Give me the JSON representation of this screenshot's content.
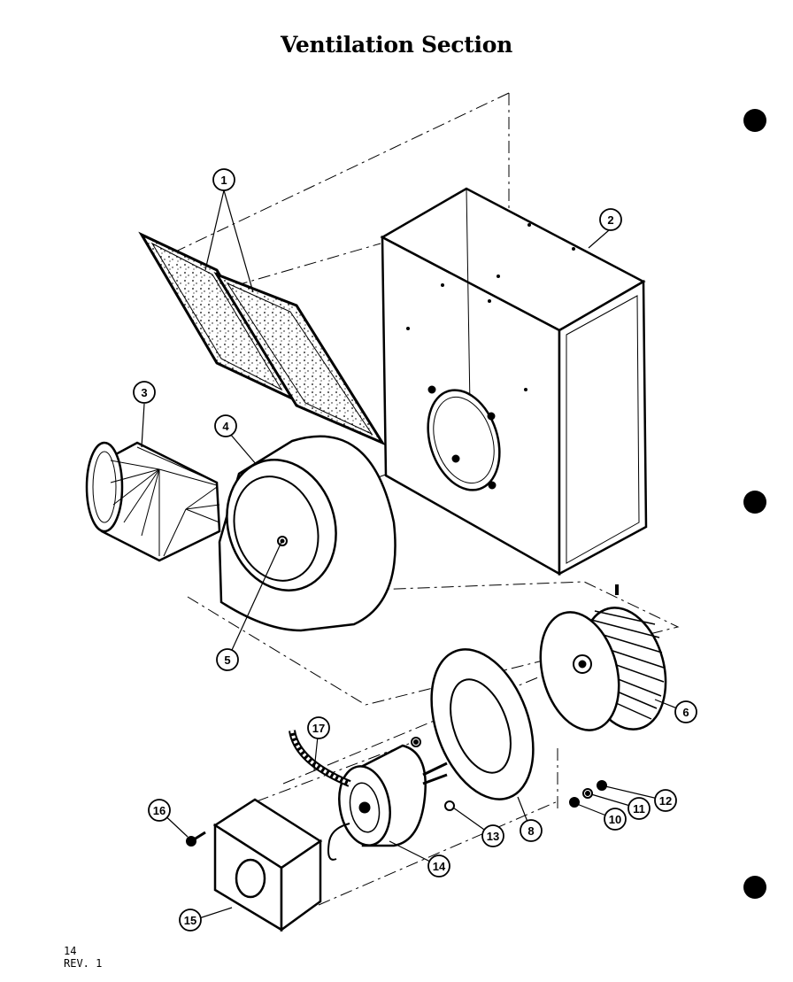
{
  "title": "Ventilation Section",
  "footer": {
    "page_number": "14",
    "revision": "REV. 1"
  },
  "callouts": [
    {
      "id": "callout-1",
      "label": "1"
    },
    {
      "id": "callout-2",
      "label": "2"
    },
    {
      "id": "callout-3",
      "label": "3"
    },
    {
      "id": "callout-4",
      "label": "4"
    },
    {
      "id": "callout-5",
      "label": "5"
    },
    {
      "id": "callout-6",
      "label": "6"
    },
    {
      "id": "callout-8",
      "label": "8"
    },
    {
      "id": "callout-10",
      "label": "10"
    },
    {
      "id": "callout-11",
      "label": "11"
    },
    {
      "id": "callout-12",
      "label": "12"
    },
    {
      "id": "callout-13",
      "label": "13"
    },
    {
      "id": "callout-14",
      "label": "14"
    },
    {
      "id": "callout-15",
      "label": "15"
    },
    {
      "id": "callout-16",
      "label": "16"
    },
    {
      "id": "callout-17",
      "label": "17"
    }
  ]
}
